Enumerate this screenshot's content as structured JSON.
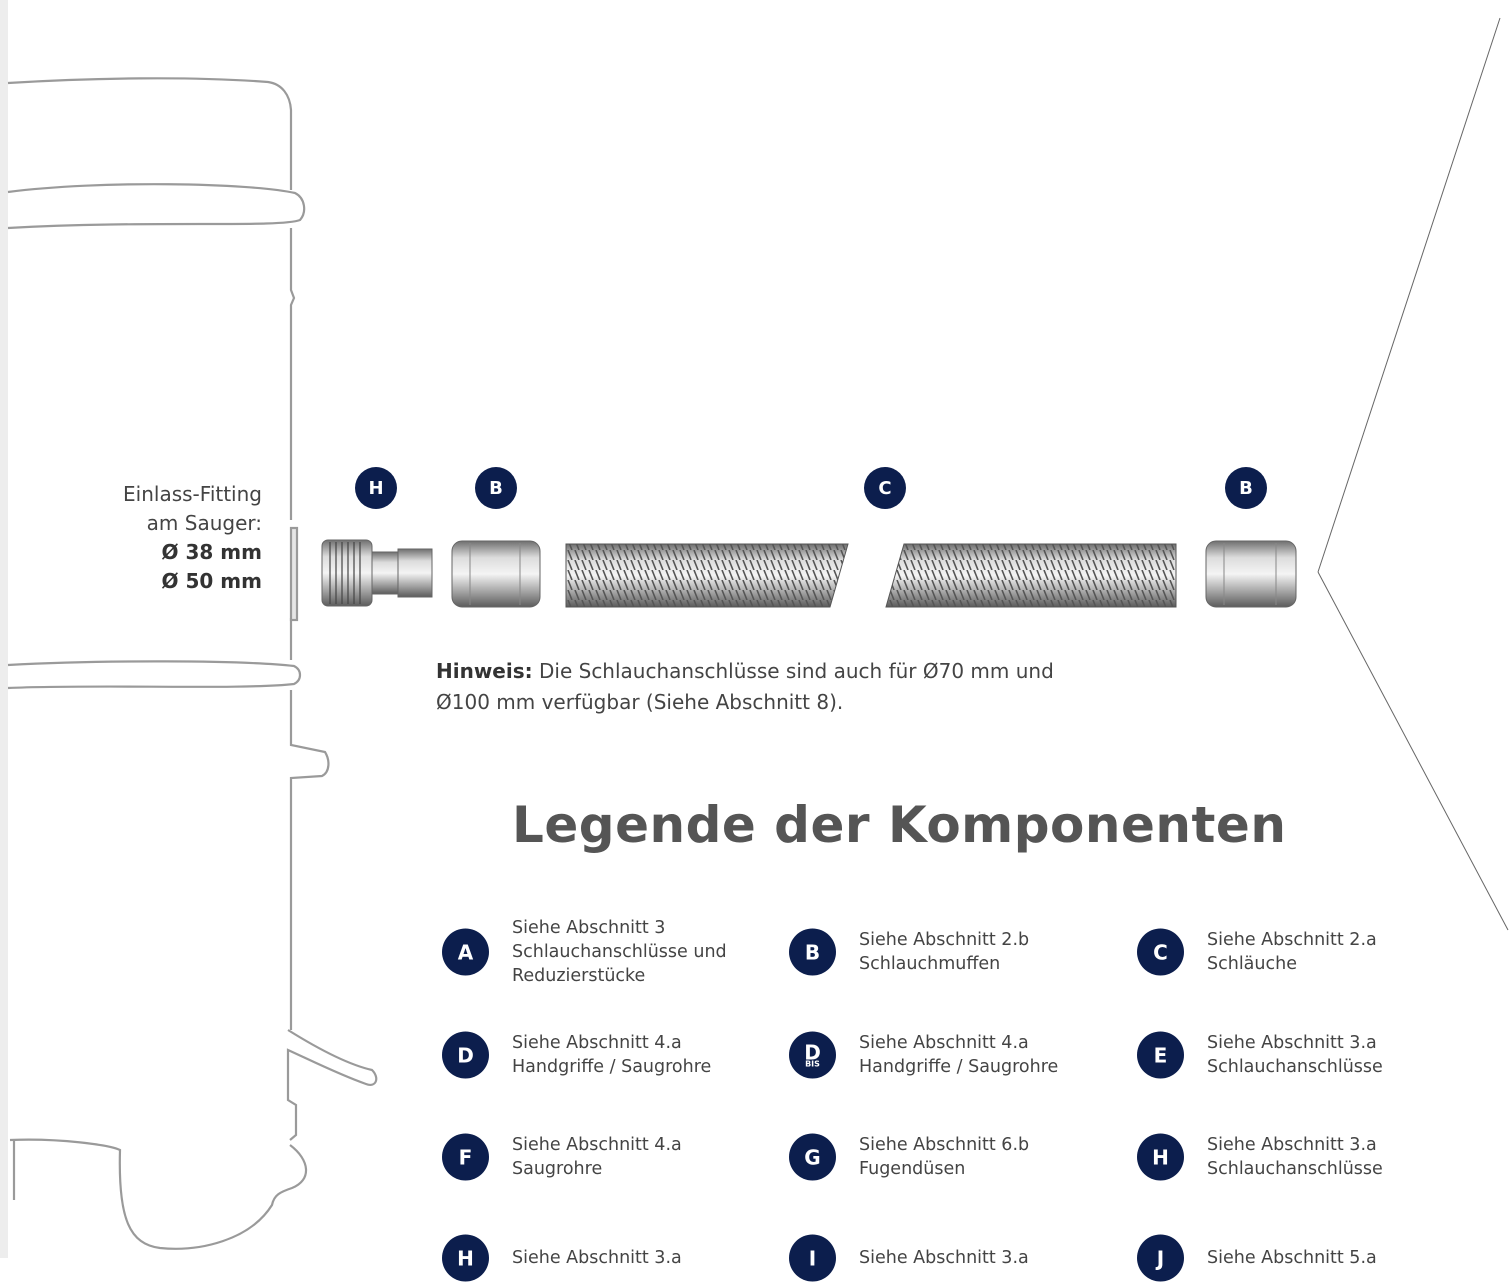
{
  "inlet": {
    "line1": "Einlass-Fitting",
    "line2": "am Sauger:",
    "d1": "Ø 38 mm",
    "d2": "Ø 50 mm"
  },
  "component_labels": [
    "H",
    "B",
    "C",
    "B"
  ],
  "note": {
    "bold": "Hinweis:",
    "text": " Die Schlauchanschlüsse sind auch für Ø70 mm und Ø100 mm verfügbar (Siehe Abschnitt 8)."
  },
  "legend": {
    "title": "Legende der Komponenten",
    "items": [
      {
        "letter": "A",
        "sub": "",
        "lines": [
          "Siehe Abschnitt 3",
          "Schlauchanschlüsse und",
          "Reduzierstücke"
        ]
      },
      {
        "letter": "B",
        "sub": "",
        "lines": [
          "Siehe Abschnitt 2.b",
          "Schlauchmuffen"
        ]
      },
      {
        "letter": "C",
        "sub": "",
        "lines": [
          "Siehe Abschnitt 2.a",
          "Schläuche"
        ]
      },
      {
        "letter": "D",
        "sub": "",
        "lines": [
          "Siehe Abschnitt 4.a",
          "Handgriffe / Saugrohre"
        ]
      },
      {
        "letter": "D",
        "sub": "BIS",
        "lines": [
          "Siehe Abschnitt 4.a",
          "Handgriffe / Saugrohre"
        ]
      },
      {
        "letter": "E",
        "sub": "",
        "lines": [
          "Siehe Abschnitt 3.a",
          "Schlauchanschlüsse"
        ]
      },
      {
        "letter": "F",
        "sub": "",
        "lines": [
          "Siehe Abschnitt 4.a",
          "Saugrohre"
        ]
      },
      {
        "letter": "G",
        "sub": "",
        "lines": [
          "Siehe Abschnitt 6.b",
          "Fugendüsen"
        ]
      },
      {
        "letter": "H",
        "sub": "",
        "lines": [
          "Siehe Abschnitt 3.a",
          "Schlauchanschlüsse"
        ]
      },
      {
        "letter": "H",
        "sub": "",
        "lines": [
          "Siehe Abschnitt 3.a"
        ]
      },
      {
        "letter": "I",
        "sub": "",
        "lines": [
          "Siehe Abschnitt 3.a"
        ]
      },
      {
        "letter": "J",
        "sub": "",
        "lines": [
          "Siehe Abschnitt 5.a"
        ]
      }
    ]
  }
}
